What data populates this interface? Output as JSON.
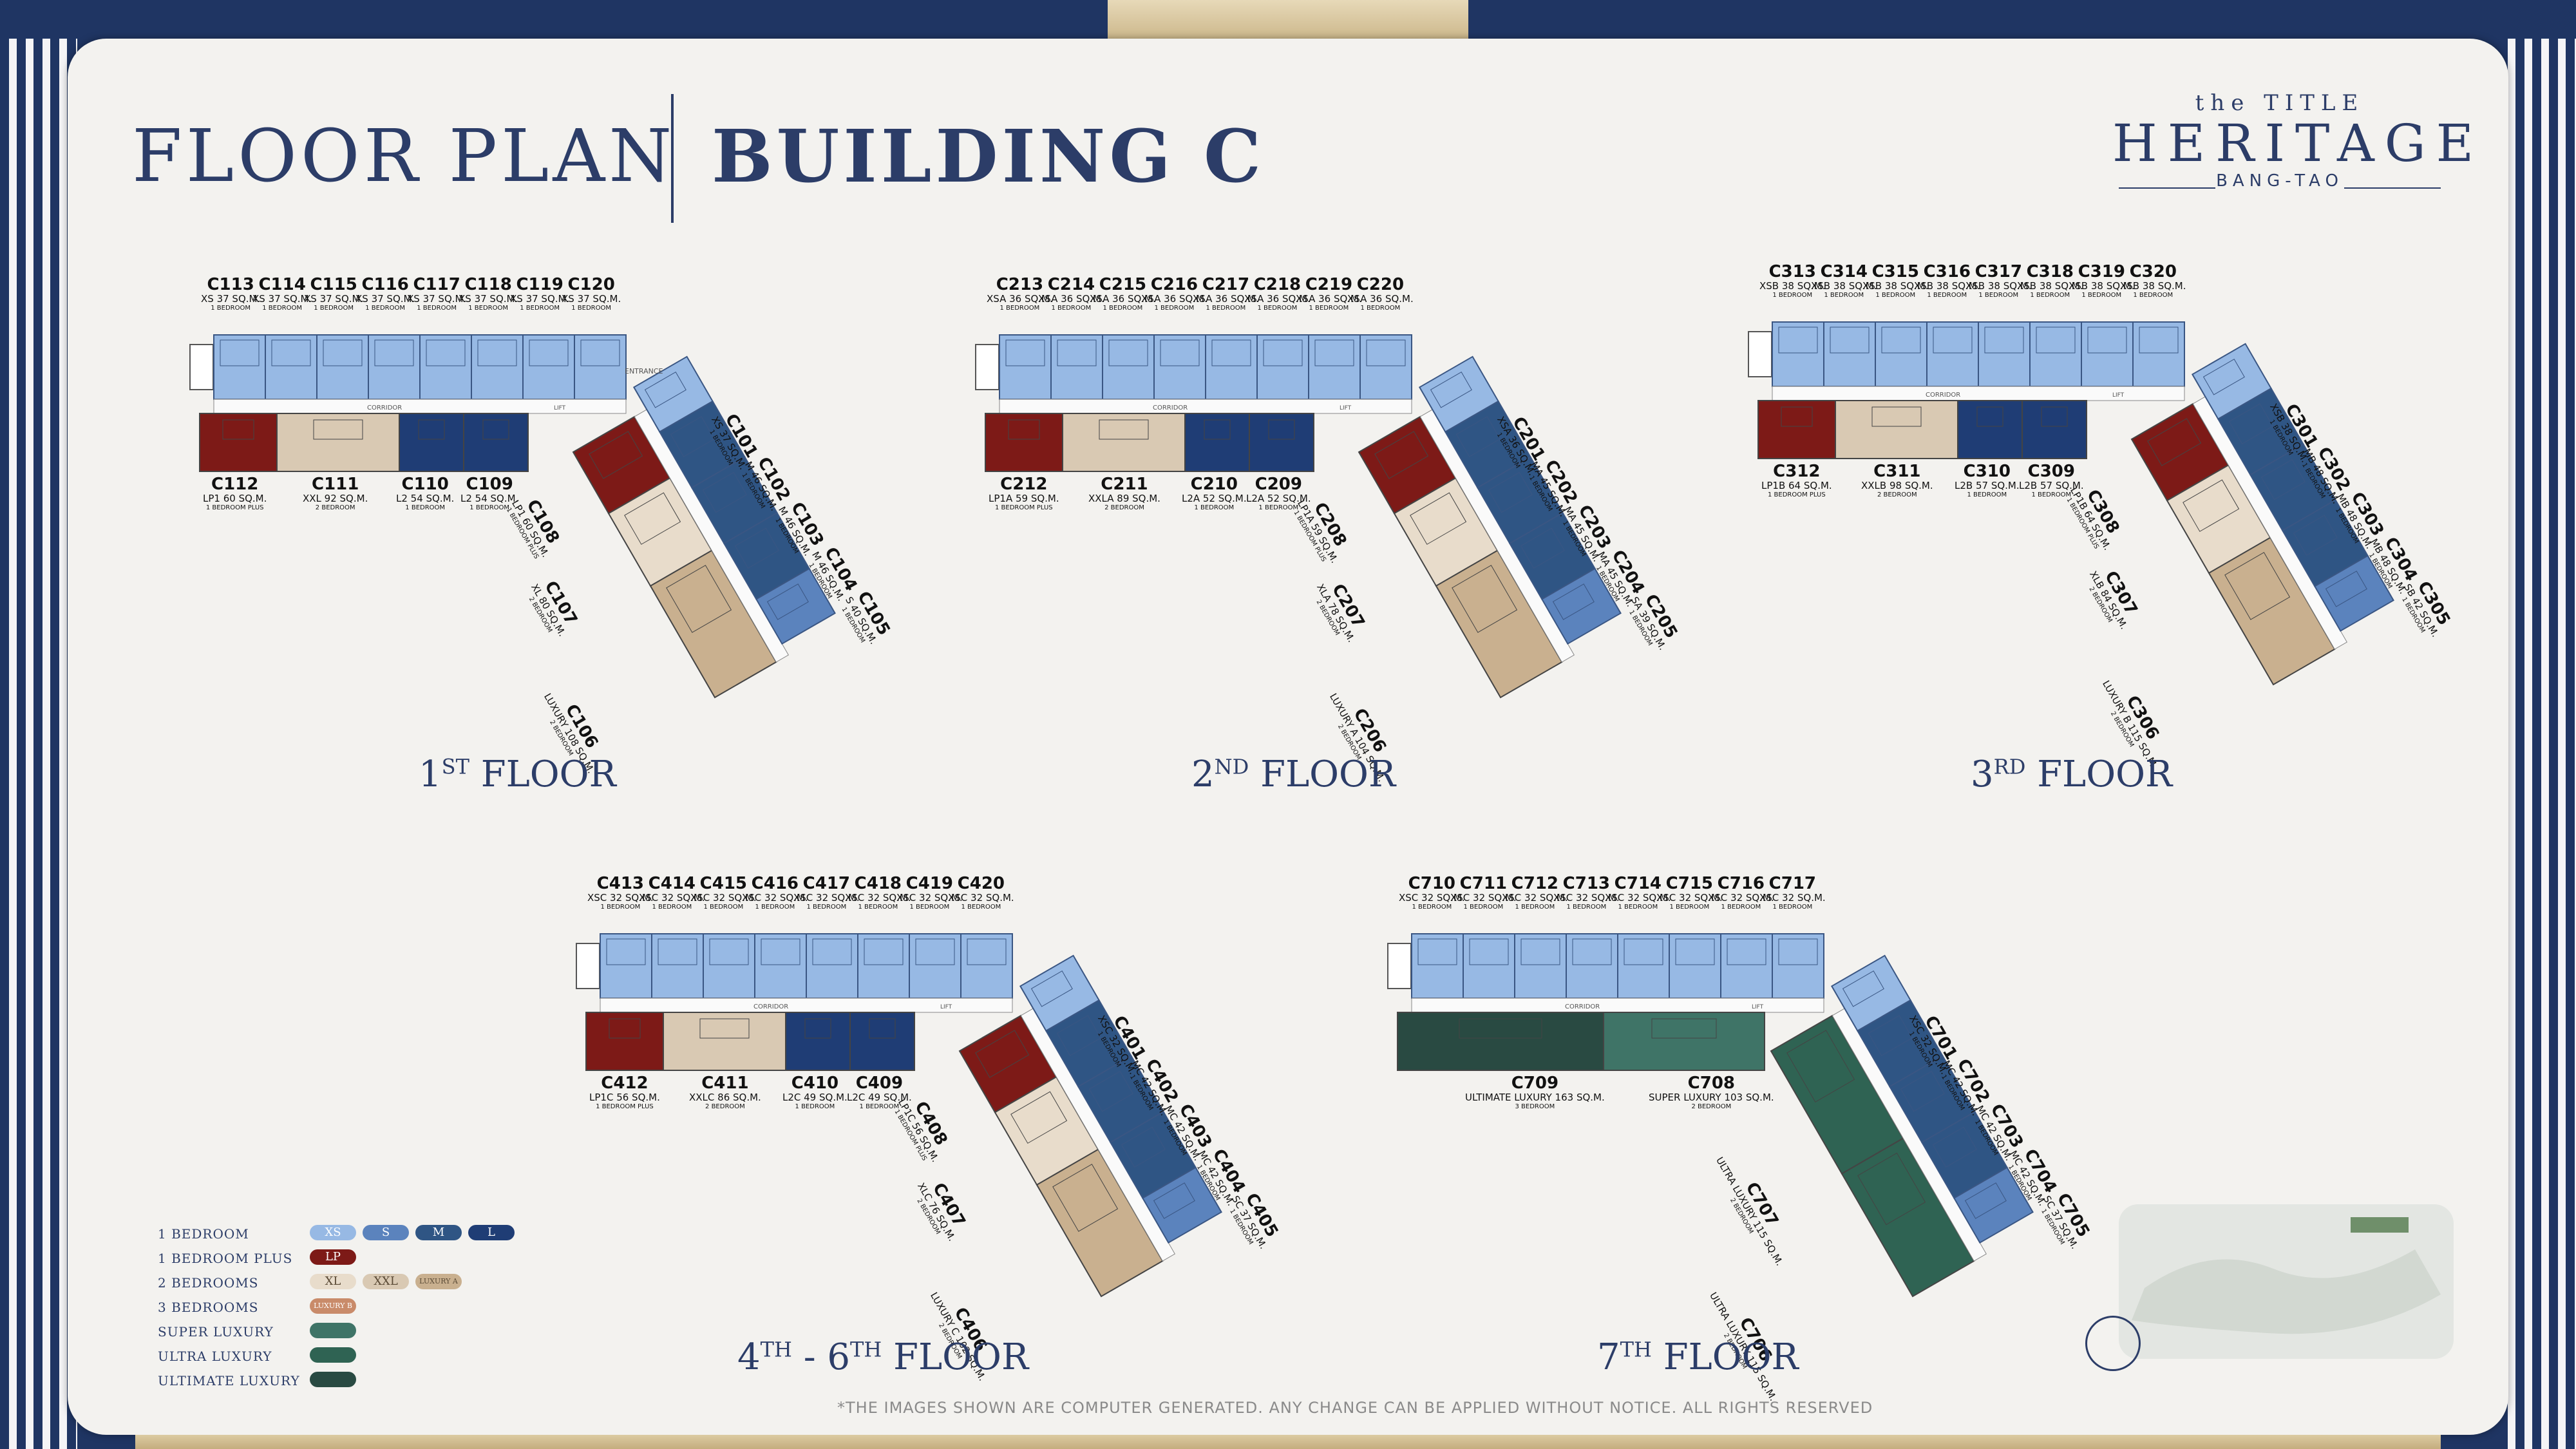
{
  "header": {
    "title_left": "FLOOR PLAN",
    "title_right": "BUILDING C"
  },
  "logo": {
    "line1": "the TITLE",
    "line2": "HERITAGE",
    "line3": "BANG-TAO"
  },
  "colors": {
    "navy": "#1f3563",
    "light_blue": "#97b9e4",
    "mid_blue": "#2f5584",
    "dark_blue": "#1f3d75",
    "red": "#7d1a17",
    "beige": "#d9c9b3",
    "tan": "#c9b08f",
    "green_dark": "#294a42",
    "green_mid": "#3f7467",
    "green_ultra": "#2f6353"
  },
  "floors": [
    {
      "id": "f1",
      "label_base": "1",
      "label_sup": "ST",
      "label_word": "FLOOR",
      "top_units": [
        {
          "id": "C113",
          "size": "XS 37 SQ.M.",
          "type": "1 BEDROOM"
        },
        {
          "id": "C114",
          "size": "XS 37 SQ.M.",
          "type": "1 BEDROOM"
        },
        {
          "id": "C115",
          "size": "XS 37 SQ.M.",
          "type": "1 BEDROOM"
        },
        {
          "id": "C116",
          "size": "XS 37 SQ.M.",
          "type": "1 BEDROOM"
        },
        {
          "id": "C117",
          "size": "XS 37 SQ.M.",
          "type": "1 BEDROOM"
        },
        {
          "id": "C118",
          "size": "XS 37 SQ.M.",
          "type": "1 BEDROOM"
        },
        {
          "id": "C119",
          "size": "XS 37 SQ.M.",
          "type": "1 BEDROOM"
        },
        {
          "id": "C120",
          "size": "XS 37 SQ.M.",
          "type": "1 BEDROOM"
        }
      ],
      "bottom_units": [
        {
          "id": "C112",
          "size": "LP1 60 SQ.M.",
          "type": "1 BEDROOM PLUS"
        },
        {
          "id": "C111",
          "size": "XXL 92 SQ.M.",
          "type": "2 BEDROOM"
        },
        {
          "id": "C110",
          "size": "L2 54 SQ.M.",
          "type": "1 BEDROOM"
        },
        {
          "id": "C109",
          "size": "L2 54 SQ.M.",
          "type": "1 BEDROOM"
        }
      ],
      "wing_left": [
        {
          "id": "C108",
          "size": "LP1 60 SQ.M.",
          "type": "1 BEDROOM PLUS"
        },
        {
          "id": "C107",
          "size": "XL 80 SQ.M.",
          "type": "2 BEDROOM"
        },
        {
          "id": "C106",
          "size": "LUXURY 108 SQ.M.",
          "type": "2 BEDROOM"
        }
      ],
      "wing_right": [
        {
          "id": "C101",
          "size": "XS 37 SQ.M.",
          "type": "1 BEDROOM"
        },
        {
          "id": "C102",
          "size": "M 46 SQ.M.",
          "type": "1 BEDROOM"
        },
        {
          "id": "C103",
          "size": "M 46 SQ.M.",
          "type": "1 BEDROOM"
        },
        {
          "id": "C104",
          "size": "M 46 SQ.M.",
          "type": "1 BEDROOM"
        },
        {
          "id": "C105",
          "size": "S 40 SQ.M.",
          "type": "1 BEDROOM"
        }
      ],
      "corridor": "CORRIDOR",
      "entrance": "ENTRANCE",
      "lift": "LIFT"
    },
    {
      "id": "f2",
      "label_base": "2",
      "label_sup": "ND",
      "label_word": "FLOOR",
      "top_units": [
        {
          "id": "C213",
          "size": "XSA 36 SQ.M.",
          "type": "1 BEDROOM"
        },
        {
          "id": "C214",
          "size": "XSA 36 SQ.M.",
          "type": "1 BEDROOM"
        },
        {
          "id": "C215",
          "size": "XSA 36 SQ.M.",
          "type": "1 BEDROOM"
        },
        {
          "id": "C216",
          "size": "XSA 36 SQ.M.",
          "type": "1 BEDROOM"
        },
        {
          "id": "C217",
          "size": "XSA 36 SQ.M.",
          "type": "1 BEDROOM"
        },
        {
          "id": "C218",
          "size": "XSA 36 SQ.M.",
          "type": "1 BEDROOM"
        },
        {
          "id": "C219",
          "size": "XSA 36 SQ.M.",
          "type": "1 BEDROOM"
        },
        {
          "id": "C220",
          "size": "XSA 36 SQ.M.",
          "type": "1 BEDROOM"
        }
      ],
      "bottom_units": [
        {
          "id": "C212",
          "size": "LP1A 59 SQ.M.",
          "type": "1 BEDROOM PLUS"
        },
        {
          "id": "C211",
          "size": "XXLA 89 SQ.M.",
          "type": "2 BEDROOM"
        },
        {
          "id": "C210",
          "size": "L2A 52 SQ.M.",
          "type": "1 BEDROOM"
        },
        {
          "id": "C209",
          "size": "L2A 52 SQ.M.",
          "type": "1 BEDROOM"
        }
      ],
      "wing_left": [
        {
          "id": "C208",
          "size": "LP1A 59 SQ.M.",
          "type": "1 BEDROOM PLUS"
        },
        {
          "id": "C207",
          "size": "XLA 78 SQ.M.",
          "type": "2 BEDROOM"
        },
        {
          "id": "C206",
          "size": "LUXURY A 104 SQ.M.",
          "type": "2 BEDROOM"
        }
      ],
      "wing_right": [
        {
          "id": "C201",
          "size": "XSA 36 SQ.M.",
          "type": "1 BEDROOM"
        },
        {
          "id": "C202",
          "size": "MA 45 SQ.M.",
          "type": "1 BEDROOM"
        },
        {
          "id": "C203",
          "size": "MA 45 SQ.M.",
          "type": "1 BEDROOM"
        },
        {
          "id": "C204",
          "size": "MA 45 SQ.M.",
          "type": "1 BEDROOM"
        },
        {
          "id": "C205",
          "size": "SA 39 SQ.M.",
          "type": "1 BEDROOM"
        }
      ],
      "corridor": "CORRIDOR",
      "entrance": "",
      "lift": "LIFT"
    },
    {
      "id": "f3",
      "label_base": "3",
      "label_sup": "RD",
      "label_word": "FLOOR",
      "top_units": [
        {
          "id": "C313",
          "size": "XSB 38 SQ.M.",
          "type": "1 BEDROOM"
        },
        {
          "id": "C314",
          "size": "XSB 38 SQ.M.",
          "type": "1 BEDROOM"
        },
        {
          "id": "C315",
          "size": "XSB 38 SQ.M.",
          "type": "1 BEDROOM"
        },
        {
          "id": "C316",
          "size": "XSB 38 SQ.M.",
          "type": "1 BEDROOM"
        },
        {
          "id": "C317",
          "size": "XSB 38 SQ.M.",
          "type": "1 BEDROOM"
        },
        {
          "id": "C318",
          "size": "XSB 38 SQ.M.",
          "type": "1 BEDROOM"
        },
        {
          "id": "C319",
          "size": "XSB 38 SQ.M.",
          "type": "1 BEDROOM"
        },
        {
          "id": "C320",
          "size": "XSB 38 SQ.M.",
          "type": "1 BEDROOM"
        }
      ],
      "bottom_units": [
        {
          "id": "C312",
          "size": "LP1B 64 SQ.M.",
          "type": "1 BEDROOM PLUS"
        },
        {
          "id": "C311",
          "size": "XXLB 98 SQ.M.",
          "type": "2 BEDROOM"
        },
        {
          "id": "C310",
          "size": "L2B 57 SQ.M.",
          "type": "1 BEDROOM"
        },
        {
          "id": "C309",
          "size": "L2B 57 SQ.M.",
          "type": "1 BEDROOM"
        }
      ],
      "wing_left": [
        {
          "id": "C308",
          "size": "LP1B 64 SQ.M.",
          "type": "1 BEDROOM PLUS"
        },
        {
          "id": "C307",
          "size": "XLB 84 SQ.M.",
          "type": "2 BEDROOM"
        },
        {
          "id": "C306",
          "size": "LUXURY B 115 SQ.M.",
          "type": "2 BEDROOM"
        }
      ],
      "wing_right": [
        {
          "id": "C301",
          "size": "XSB 38 SQ.M.",
          "type": "1 BEDROOM"
        },
        {
          "id": "C302",
          "size": "MB 48 SQ.M.",
          "type": "1 BEDROOM"
        },
        {
          "id": "C303",
          "size": "MB 48 SQ.M.",
          "type": "1 BEDROOM"
        },
        {
          "id": "C304",
          "size": "MB 48 SQ.M.",
          "type": "1 BEDROOM"
        },
        {
          "id": "C305",
          "size": "SB 42 SQ.M.",
          "type": "1 BEDROOM"
        }
      ],
      "corridor": "CORRIDOR",
      "entrance": "",
      "lift": "LIFT"
    },
    {
      "id": "f4",
      "label_base": "4",
      "label_sup": "TH",
      "label_mid": " - 6",
      "label_sup2": "TH",
      "label_word": "FLOOR",
      "top_units": [
        {
          "id": "C413",
          "size": "XSC 32 SQ.M.",
          "type": "1 BEDROOM"
        },
        {
          "id": "C414",
          "size": "XSC 32 SQ.M.",
          "type": "1 BEDROOM"
        },
        {
          "id": "C415",
          "size": "XSC 32 SQ.M.",
          "type": "1 BEDROOM"
        },
        {
          "id": "C416",
          "size": "XSC 32 SQ.M.",
          "type": "1 BEDROOM"
        },
        {
          "id": "C417",
          "size": "XSC 32 SQ.M.",
          "type": "1 BEDROOM"
        },
        {
          "id": "C418",
          "size": "XSC 32 SQ.M.",
          "type": "1 BEDROOM"
        },
        {
          "id": "C419",
          "size": "XSC 32 SQ.M.",
          "type": "1 BEDROOM"
        },
        {
          "id": "C420",
          "size": "XSC 32 SQ.M.",
          "type": "1 BEDROOM"
        }
      ],
      "bottom_units": [
        {
          "id": "C412",
          "size": "LP1C 56 SQ.M.",
          "type": "1 BEDROOM PLUS"
        },
        {
          "id": "C411",
          "size": "XXLC 86 SQ.M.",
          "type": "2 BEDROOM"
        },
        {
          "id": "C410",
          "size": "L2C 49 SQ.M.",
          "type": "1 BEDROOM"
        },
        {
          "id": "C409",
          "size": "L2C 49 SQ.M.",
          "type": "1 BEDROOM"
        }
      ],
      "wing_left": [
        {
          "id": "C408",
          "size": "LP1C 56 SQ.M.",
          "type": "1 BEDROOM PLUS"
        },
        {
          "id": "C407",
          "size": "XLC 76 SQ.M.",
          "type": "2 BEDROOM"
        },
        {
          "id": "C406",
          "size": "LUXURY C 102 SQ.M.",
          "type": "2 BEDROOM"
        }
      ],
      "wing_right": [
        {
          "id": "C401",
          "size": "XSC 32 SQ.M.",
          "type": "1 BEDROOM"
        },
        {
          "id": "C402",
          "size": "MC 42 SQ.M.",
          "type": "1 BEDROOM"
        },
        {
          "id": "C403",
          "size": "MC 42 SQ.M.",
          "type": "1 BEDROOM"
        },
        {
          "id": "C404",
          "size": "MC 42 SQ.M.",
          "type": "1 BEDROOM"
        },
        {
          "id": "C405",
          "size": "SC 37 SQ.M.",
          "type": "1 BEDROOM"
        }
      ],
      "corridor": "CORRIDOR",
      "entrance": "",
      "lift": "LIFT"
    },
    {
      "id": "f7",
      "label_base": "7",
      "label_sup": "TH",
      "label_word": "FLOOR",
      "top_units": [
        {
          "id": "C710",
          "size": "XSC 32 SQ.M.",
          "type": "1 BEDROOM"
        },
        {
          "id": "C711",
          "size": "XSC 32 SQ.M.",
          "type": "1 BEDROOM"
        },
        {
          "id": "C712",
          "size": "XSC 32 SQ.M.",
          "type": "1 BEDROOM"
        },
        {
          "id": "C713",
          "size": "XSC 32 SQ.M.",
          "type": "1 BEDROOM"
        },
        {
          "id": "C714",
          "size": "XSC 32 SQ.M.",
          "type": "1 BEDROOM"
        },
        {
          "id": "C715",
          "size": "XSC 32 SQ.M.",
          "type": "1 BEDROOM"
        },
        {
          "id": "C716",
          "size": "XSC 32 SQ.M.",
          "type": "1 BEDROOM"
        },
        {
          "id": "C717",
          "size": "XSC 32 SQ.M.",
          "type": "1 BEDROOM"
        }
      ],
      "bottom_units": [
        {
          "id": "C709",
          "size": "ULTIMATE LUXURY 163 SQ.M.",
          "type": "3 BEDROOM"
        },
        {
          "id": "C708",
          "size": "SUPER LUXURY 103 SQ.M.",
          "type": "2 BEDROOM"
        }
      ],
      "wing_left": [
        {
          "id": "C707",
          "size": "ULTRA LUXURY 115 SQ.M.",
          "type": "2 BEDROOM"
        },
        {
          "id": "C706",
          "size": "ULTRA LUXURY 115 SQ.M.",
          "type": "2 BEDROOM"
        }
      ],
      "wing_right": [
        {
          "id": "C701",
          "size": "XSC 32 SQ.M.",
          "type": "1 BEDROOM"
        },
        {
          "id": "C702",
          "size": "MC 42 SQ.M.",
          "type": "1 BEDROOM"
        },
        {
          "id": "C703",
          "size": "MC 42 SQ.M.",
          "type": "1 BEDROOM"
        },
        {
          "id": "C704",
          "size": "MC 42 SQ.M.",
          "type": "1 BEDROOM"
        },
        {
          "id": "C705",
          "size": "SC 37 SQ.M.",
          "type": "1 BEDROOM"
        }
      ],
      "corridor": "CORRIDOR",
      "entrance": "",
      "lift": "LIFT"
    }
  ],
  "legend": [
    {
      "label": "1 BEDROOM",
      "pills": [
        {
          "text": "XS",
          "color": "#97b9e4"
        },
        {
          "text": "S",
          "color": "#5b83bd"
        },
        {
          "text": "M",
          "color": "#2f5584"
        },
        {
          "text": "L",
          "color": "#1f3d75"
        }
      ]
    },
    {
      "label": "1 BEDROOM PLUS",
      "pills": [
        {
          "text": "LP",
          "color": "#7d1a17"
        }
      ]
    },
    {
      "label": "2 BEDROOMS",
      "pills": [
        {
          "text": "XL",
          "color": "#e8dccb"
        },
        {
          "text": "XXL",
          "color": "#d9c9b3"
        },
        {
          "text": "LUXURY A",
          "color": "#c9b08f"
        }
      ]
    },
    {
      "label": "3 BEDROOMS",
      "pills": [
        {
          "text": "LUXURY B",
          "color": "#c98b6a"
        }
      ]
    },
    {
      "label": "SUPER LUXURY",
      "pills": [
        {
          "text": "",
          "color": "#3f7467"
        }
      ]
    },
    {
      "label": "ULTRA LUXURY",
      "pills": [
        {
          "text": "",
          "color": "#2f6353"
        }
      ]
    },
    {
      "label": "ULTIMATE LUXURY",
      "pills": [
        {
          "text": "",
          "color": "#294a42"
        }
      ]
    }
  ],
  "footer_note": "*THE IMAGES SHOWN ARE COMPUTER GENERATED. ANY CHANGE CAN BE APPLIED WITHOUT NOTICE. ALL RIGHTS RESERVED"
}
